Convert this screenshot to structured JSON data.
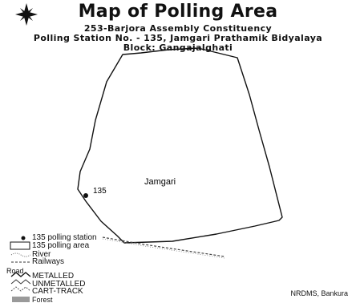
{
  "map": {
    "title": "Map of Polling Area",
    "constituency": "253-Barjora Assembly Constituency",
    "polling_station": "Polling Station No. - 135, Jamgari Prathamik Bidyalaya",
    "block": "Block: Gangajalghati",
    "area_label": "Jamgari",
    "station_marker_label": "135",
    "credit": "NRDMS, Bankura"
  },
  "legend": {
    "station": "135 polling station",
    "area": "135 polling area",
    "river": "River",
    "railways": "Railways",
    "road_heading": "Road",
    "metalled": "METALLED",
    "unmetalled": "UNMETALLED",
    "cart_track": "CART-TRACK",
    "forest": "Forest"
  },
  "icons": {
    "compass": "north-arrow-compass-icon"
  },
  "colors": {
    "boundary": "#111111",
    "forest": "#9a9a9a",
    "river": "#6a6a6a"
  }
}
